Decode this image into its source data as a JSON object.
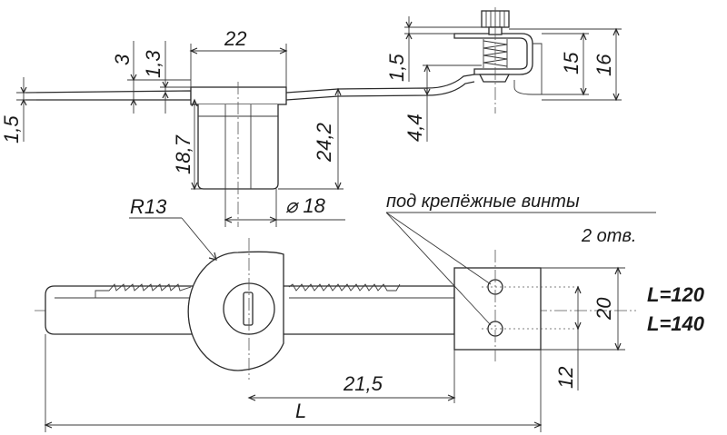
{
  "dimensions": {
    "sheet_thickness": "1,5",
    "top_gap_3": "3",
    "top_gap_1_3": "1,3",
    "block_width": "22",
    "height_18_7": "18,7",
    "height_24_2": "24,2",
    "diameter_18": "⌀ 18",
    "clip_1_5": "1,5",
    "clip_4_4": "4,4",
    "clip_15": "15",
    "clip_16": "16",
    "radius": "R13",
    "hole_spacing": "20",
    "hole_offset": "12",
    "offset_21_5": "21,5",
    "length_symbol": "L"
  },
  "notes": {
    "screws_line1": "под крепёжные винты",
    "screws_line2": "2 отв."
  },
  "variants": [
    "L=120",
    "L=140"
  ],
  "colors": {
    "line": "#2b2b2b",
    "background": "#ffffff"
  }
}
